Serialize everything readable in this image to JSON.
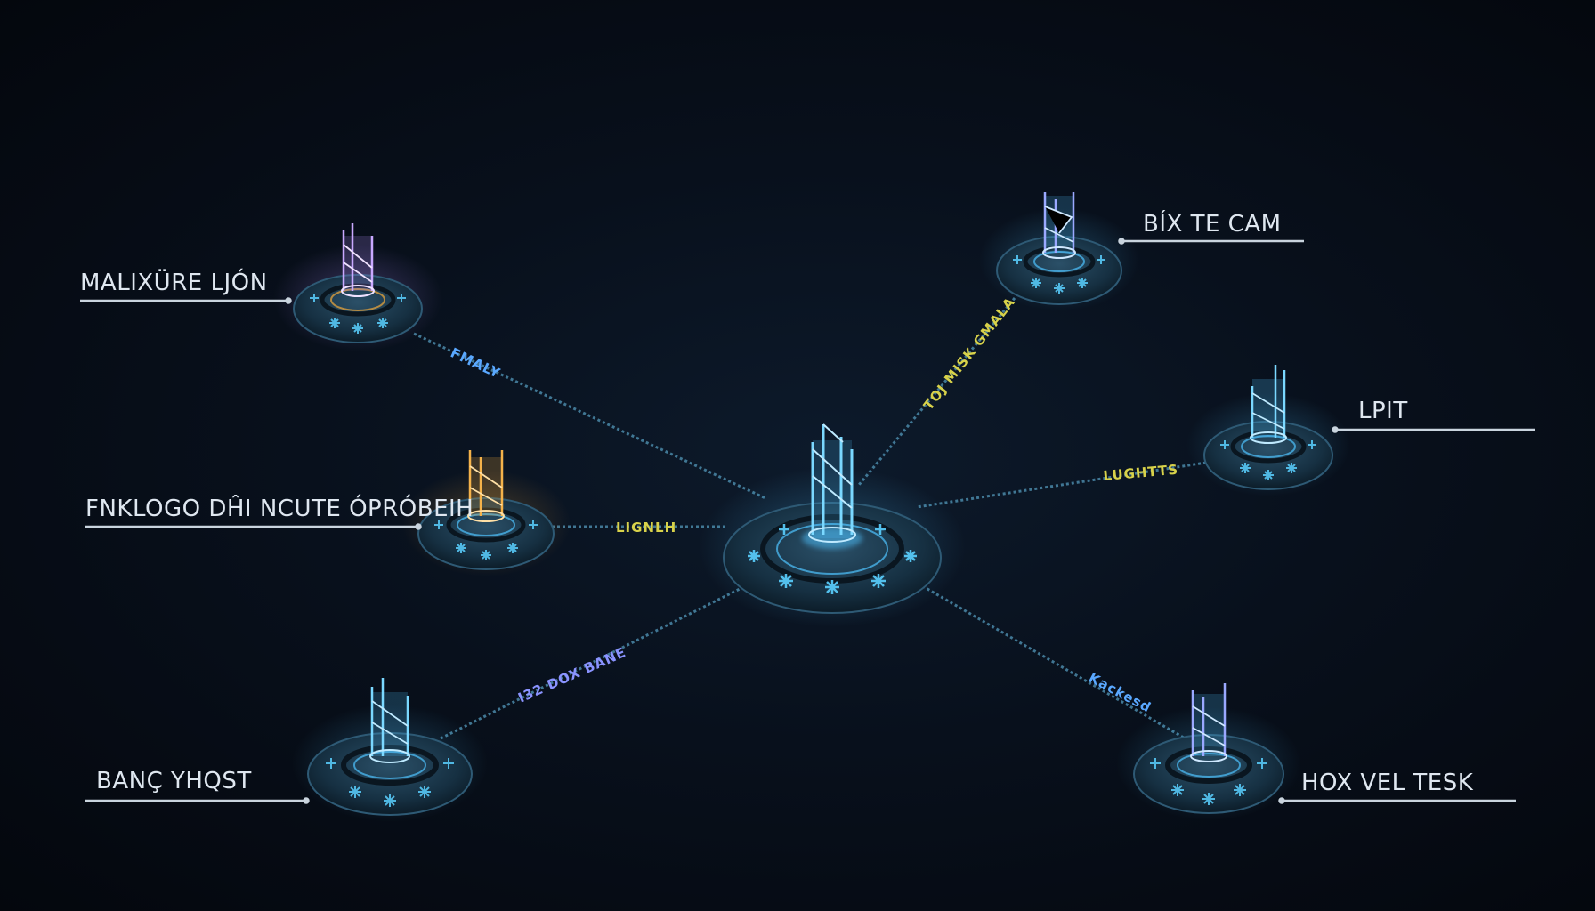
{
  "colors": {
    "background": "#060b14",
    "link": "#4a88a8",
    "platform": "#1d3a4e",
    "accent_blue": "#4fc3ff",
    "accent_violet": "#b48cff",
    "accent_amber": "#f2a93b",
    "link_label_yellow": "#d8d24a",
    "link_label_violet": "#8a93ff",
    "link_label_blue": "#5aa8ff",
    "label_text": "#dfe7f0"
  },
  "nodes": {
    "hub": {
      "label": ""
    },
    "top_left": {
      "label": "MALIXÜRE LJÓN"
    },
    "mid_left": {
      "label": "FNKLOGO DĤI NCUTE ÓPRÓBEIH"
    },
    "bottom_left": {
      "label": "BANÇ YHQST"
    },
    "top_right": {
      "label": "BÍX TE CAM"
    },
    "mid_right": {
      "label": "LPIT"
    },
    "bottom_right": {
      "label": "HOX VEL TESK"
    }
  },
  "links": {
    "top_left": {
      "label": "FMALY"
    },
    "mid_left": {
      "label": "LIGNLH"
    },
    "bottom_left": {
      "label": "I32 DOX BANE"
    },
    "top_right": {
      "label": "TOJ MISK GMALA"
    },
    "mid_right": {
      "label": "LUGHTTS"
    },
    "bottom_right": {
      "label": "Kackesd"
    }
  }
}
